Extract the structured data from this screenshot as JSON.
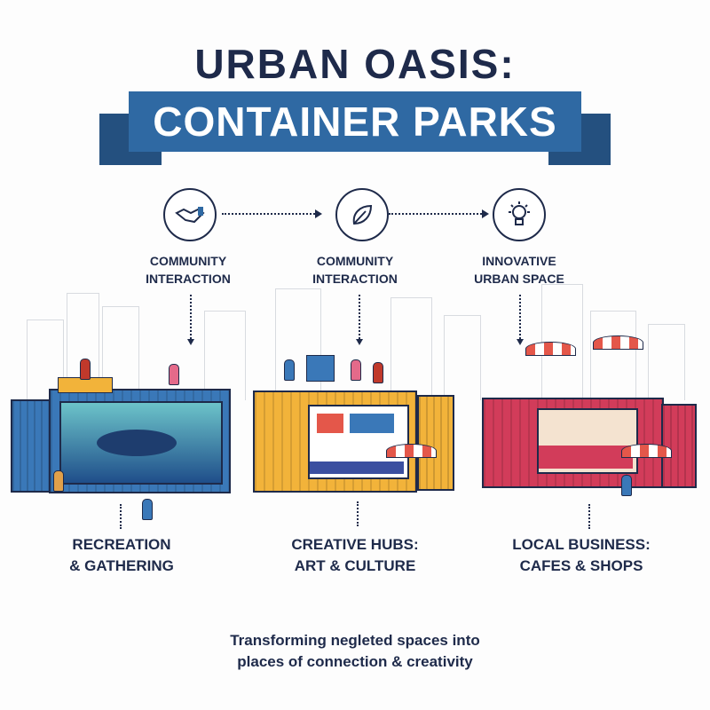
{
  "header": {
    "title_line1": "URBAN OASIS:",
    "title_line2": "CONTAINER PARKS"
  },
  "steps": [
    {
      "icon": "handshake-icon",
      "label_line1": "COMMUNITY",
      "label_line2": "INTERACTION"
    },
    {
      "icon": "leaf-icon",
      "label_line1": "COMMUNITY",
      "label_line2": "INTERACTION"
    },
    {
      "icon": "lightbulb-icon",
      "label_line1": "INNOVATIVE",
      "label_line2": "URBAN SPACE"
    }
  ],
  "containers": [
    {
      "color": "#3a78b8",
      "label_line1": "RECREATION",
      "label_line2": "& GATHERING"
    },
    {
      "color": "#f2b33a",
      "label_line1": "CREATIVE HUBS:",
      "label_line2": "ART & CULTURE"
    },
    {
      "color": "#d23c5a",
      "label_line1": "LOCAL BUSINESS:",
      "label_line2": "CAFES & SHOPS"
    }
  ],
  "footer": {
    "tagline_line1": "Transforming negleted spaces into",
    "tagline_line2": "places of connection & creativity"
  },
  "colors": {
    "navy": "#1e2a4a",
    "banner": "#2f69a3"
  }
}
